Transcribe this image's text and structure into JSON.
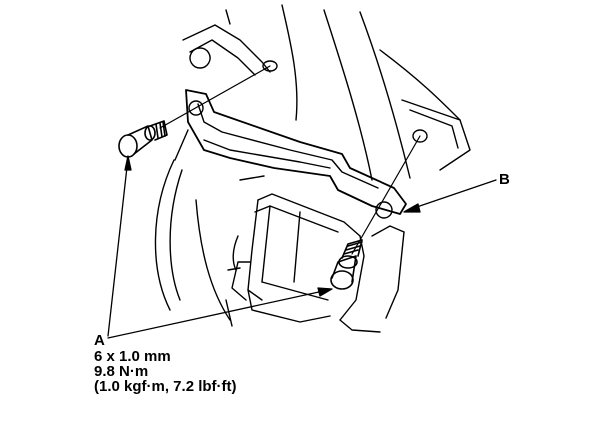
{
  "callouts": {
    "a": {
      "letter": "A",
      "size": "6 x 1.0 mm",
      "torque_nm": "9.8 N·m",
      "torque_alt": "(1.0 kgf·m, 7.2 lbf·ft)"
    },
    "b": {
      "letter": "B"
    }
  },
  "colors": {
    "ink": "#000000",
    "paper": "#ffffff"
  }
}
